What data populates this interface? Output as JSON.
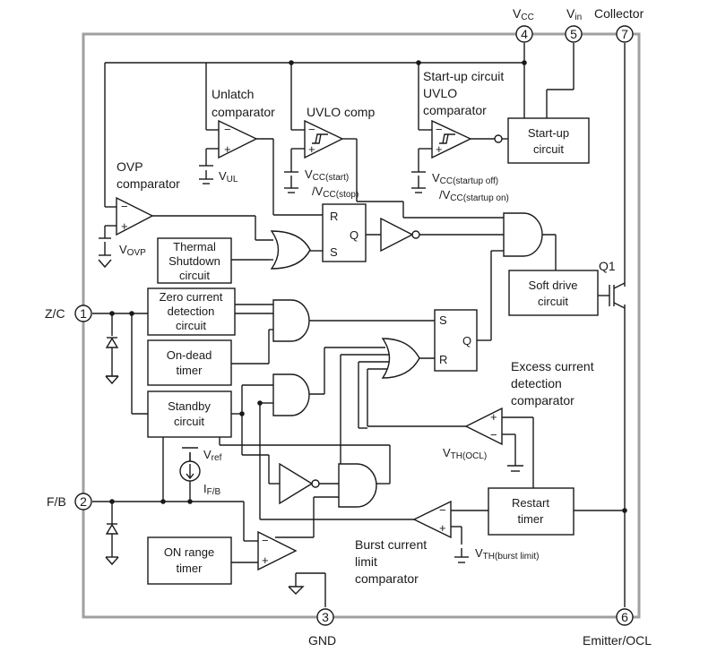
{
  "pins": {
    "vcc": {
      "number": "4",
      "label": "V",
      "label_sub": "CC"
    },
    "vin": {
      "number": "5",
      "label": "V",
      "label_sub": "in"
    },
    "collector": {
      "number": "7",
      "label": "Collector"
    },
    "zc": {
      "number": "1",
      "label": "Z/C"
    },
    "fb": {
      "number": "2",
      "label": "F/B"
    },
    "gnd": {
      "number": "3",
      "label": "GND"
    },
    "emitter": {
      "number": "6",
      "label": "Emitter/OCL"
    }
  },
  "blocks": {
    "startup": [
      "Start-up",
      "circuit"
    ],
    "thermal": [
      "Thermal",
      "Shutdown",
      "circuit"
    ],
    "zero_current": [
      "Zero current",
      "detection",
      "circuit"
    ],
    "on_dead": [
      "On-dead",
      "timer"
    ],
    "standby": [
      "Standby",
      "circuit"
    ],
    "soft_drive": [
      "Soft drive",
      "circuit"
    ],
    "restart": [
      "Restart",
      "timer"
    ],
    "on_range": [
      "ON range",
      "timer"
    ]
  },
  "comparators": {
    "unlatch": [
      "Unlatch",
      "comparator"
    ],
    "uvlo": [
      "UVLO comp"
    ],
    "startup_uvlo": [
      "Start-up circuit",
      "UVLO",
      "comparator"
    ],
    "ovp": [
      "OVP",
      "comparator"
    ],
    "excess": [
      "Excess current",
      "detection",
      "comparator"
    ],
    "burst": [
      "Burst current",
      "limit",
      "comparator"
    ]
  },
  "signals": {
    "vul": {
      "main": "V",
      "sub": "UL"
    },
    "vovp": {
      "main": "V",
      "sub": "OVP"
    },
    "vcc_start": {
      "main": "V",
      "sub1": "CC(start)",
      "line2": "/V",
      "sub2": "CC(stop)"
    },
    "vcc_startup": {
      "main": "V",
      "sub1": "CC(startup off)",
      "line2": "/V",
      "sub2": "CC(startup on)"
    },
    "vref": {
      "main": "V",
      "sub": "ref"
    },
    "ifb": {
      "main": "I",
      "sub": "F/B"
    },
    "vth_ocl": {
      "main": "V",
      "sub": "TH(OCL)"
    },
    "vth_burst": {
      "main": "V",
      "sub": "TH(burst limit)"
    },
    "q1": "Q1"
  },
  "latches": {
    "top": {
      "r": "R",
      "s": "S",
      "q": "Q"
    },
    "mid": {
      "s": "S",
      "r": "R",
      "q": "Q"
    }
  },
  "comp_marks": {
    "minus": "−",
    "plus": "+"
  }
}
